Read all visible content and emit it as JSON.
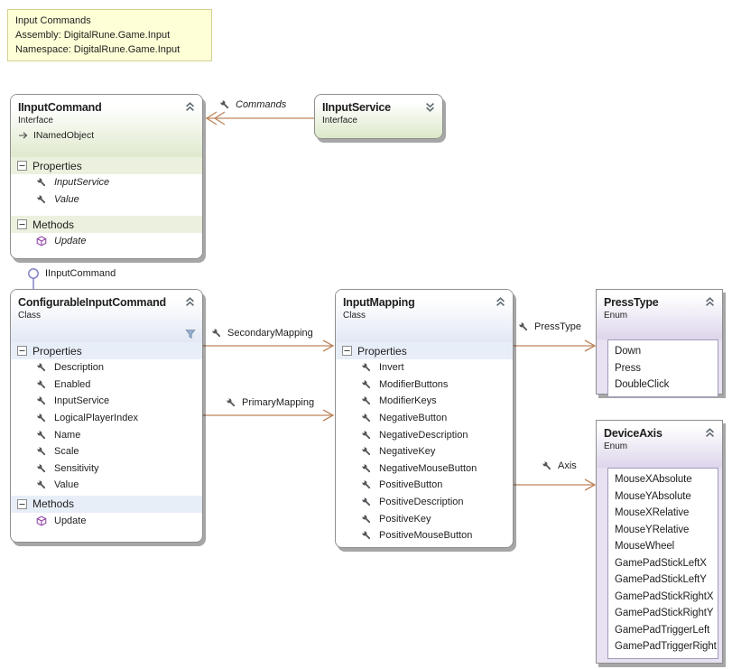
{
  "note": {
    "lines": [
      "Input Commands",
      "Assembly: DigitalRune.Game.Input",
      "Namespace: DigitalRune.Game.Input"
    ]
  },
  "labels": {
    "properties": "Properties",
    "methods": "Methods"
  },
  "lollipop": {
    "label": "IInputCommand"
  },
  "boxes": {
    "iinput_command": {
      "title": "IInputCommand",
      "kind": "Interface",
      "base": "INamedObject",
      "properties": [
        "InputService",
        "Value"
      ],
      "methods": [
        "Update"
      ]
    },
    "iinput_service": {
      "title": "IInputService",
      "kind": "Interface"
    },
    "configurable_input_command": {
      "title": "ConfigurableInputCommand",
      "kind": "Class",
      "properties": [
        "Description",
        "Enabled",
        "InputService",
        "LogicalPlayerIndex",
        "Name",
        "Scale",
        "Sensitivity",
        "Value"
      ],
      "methods": [
        "Update"
      ]
    },
    "input_mapping": {
      "title": "InputMapping",
      "kind": "Class",
      "properties": [
        "Invert",
        "ModifierButtons",
        "ModifierKeys",
        "NegativeButton",
        "NegativeDescription",
        "NegativeKey",
        "NegativeMouseButton",
        "PositiveButton",
        "PositiveDescription",
        "PositiveKey",
        "PositiveMouseButton"
      ]
    },
    "press_type": {
      "title": "PressType",
      "kind": "Enum",
      "members": [
        "Down",
        "Press",
        "DoubleClick"
      ]
    },
    "device_axis": {
      "title": "DeviceAxis",
      "kind": "Enum",
      "members": [
        "MouseXAbsolute",
        "MouseYAbsolute",
        "MouseXRelative",
        "MouseYRelative",
        "MouseWheel",
        "GamePadStickLeftX",
        "GamePadStickLeftY",
        "GamePadStickRightX",
        "GamePadStickRightY",
        "GamePadTriggerLeft",
        "GamePadTriggerRight"
      ]
    }
  },
  "associations": {
    "commands": {
      "label": "Commands"
    },
    "secondary_mapping": {
      "label": "SecondaryMapping"
    },
    "primary_mapping": {
      "label": "PrimaryMapping"
    },
    "press_type": {
      "label": "PressType"
    },
    "axis": {
      "label": "Axis"
    }
  },
  "colors": {
    "association_arrow": "#bd855c",
    "note_background": "#ffffd7",
    "interface_header": "#dfe9cd",
    "class_header": "#e2e8f4",
    "enum_header": "#ddd5eb",
    "enum_body": "#e7e1f1",
    "lollipop": "#7b7bc4"
  }
}
